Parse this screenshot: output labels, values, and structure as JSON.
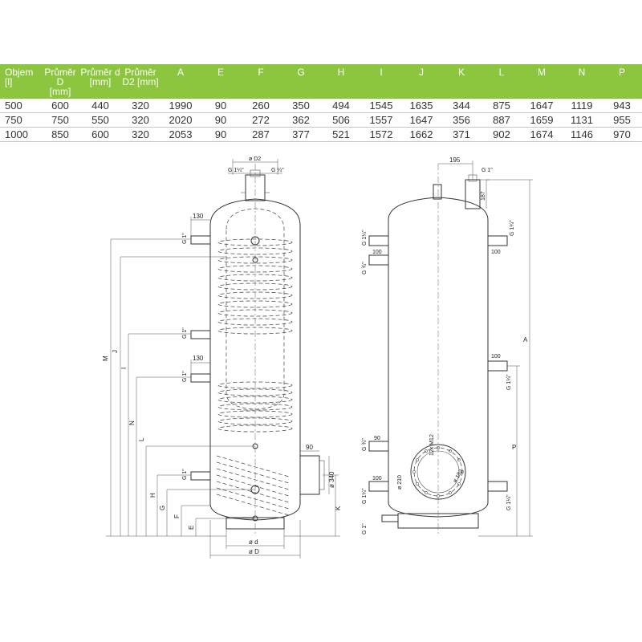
{
  "table": {
    "headers": [
      {
        "top": "Objem [l]",
        "unit": ""
      },
      {
        "top": "Průměr D",
        "unit": "[mm]"
      },
      {
        "top": "Průměr d",
        "unit": "[mm]"
      },
      {
        "top": "Průměr",
        "unit": "D2 [mm]"
      },
      {
        "top": "A",
        "unit": ""
      },
      {
        "top": "E",
        "unit": ""
      },
      {
        "top": "F",
        "unit": ""
      },
      {
        "top": "G",
        "unit": ""
      },
      {
        "top": "H",
        "unit": ""
      },
      {
        "top": "I",
        "unit": ""
      },
      {
        "top": "J",
        "unit": ""
      },
      {
        "top": "K",
        "unit": ""
      },
      {
        "top": "L",
        "unit": ""
      },
      {
        "top": "M",
        "unit": ""
      },
      {
        "top": "N",
        "unit": ""
      },
      {
        "top": "P",
        "unit": ""
      }
    ],
    "rows": [
      [
        "500",
        "600",
        "440",
        "320",
        "1990",
        "90",
        "260",
        "350",
        "494",
        "1545",
        "1635",
        "344",
        "875",
        "1647",
        "1119",
        "943"
      ],
      [
        "750",
        "750",
        "550",
        "320",
        "2020",
        "90",
        "272",
        "362",
        "506",
        "1557",
        "1647",
        "356",
        "887",
        "1659",
        "1131",
        "955"
      ],
      [
        "1000",
        "850",
        "600",
        "320",
        "2053",
        "90",
        "287",
        "377",
        "521",
        "1572",
        "1662",
        "371",
        "902",
        "1674",
        "1146",
        "970"
      ]
    ]
  },
  "drawing": {
    "front": {
      "d2": "ø D2",
      "top_conn_left": "G 1¼\"",
      "top_conn_right": "G ¼\"",
      "dim_130_top": "130",
      "dim_130_mid": "130",
      "dim_90": "90",
      "dim_340": "ø 340",
      "d_small": "ø d",
      "d_big": "ø D",
      "g1_a": "G 1\"",
      "g1_b": "G 1\"",
      "g1_c": "G 1\"",
      "g1_d": "G 1\"",
      "letters": {
        "M": "M",
        "J": "J",
        "I": "I",
        "N": "N",
        "L": "L",
        "H": "H",
        "G": "G",
        "F": "F",
        "E": "E",
        "K": "K"
      }
    },
    "side": {
      "dim_195": "195",
      "dim_187": "187",
      "g1_top": "G 1\"",
      "g114_a": "G 1¼\"",
      "g114_b": "G 1¼\"",
      "g114_c": "G 1¼\"",
      "g114_d": "G 1¼\"",
      "g114_e": "G 1¼\"",
      "g34_a": "G ¾\"",
      "g34_b": "G ¾\"",
      "g1_bottom": "G 1\"",
      "d100_a": "100",
      "d100_b": "100",
      "d100_c": "100",
      "d100_d": "100",
      "d90": "90",
      "flange_d": "ø 210",
      "flange_bolts": "12x M12",
      "flange_pc": "ø 182",
      "A": "A",
      "P": "P"
    }
  }
}
